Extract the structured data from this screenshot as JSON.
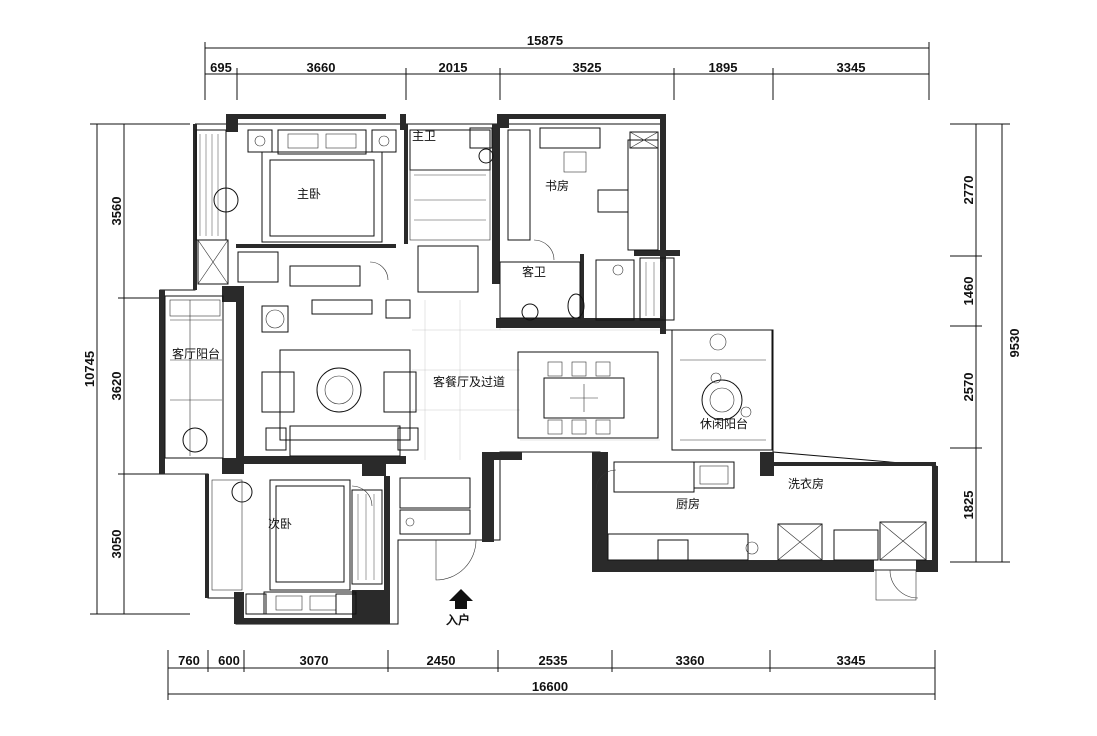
{
  "dimensions": {
    "top_total": "15875",
    "top_segments": [
      "695",
      "3660",
      "2015",
      "3525",
      "1895",
      "3345"
    ],
    "bottom_segments": [
      "760",
      "600",
      "3070",
      "2450",
      "2535",
      "3360",
      "3345"
    ],
    "bottom_total": "16600",
    "left_total": "10745",
    "left_segments": [
      "3560",
      "3620",
      "3050"
    ],
    "right_segments": [
      "2770",
      "1460",
      "2570",
      "1825"
    ],
    "right_total": "9530"
  },
  "rooms": {
    "master_bedroom": "主卧",
    "master_bath": "主卫",
    "study": "书房",
    "guest_bath": "客卫",
    "living_balcony": "客厅阳台",
    "living_dining": "客餐厅及过道",
    "leisure_balcony": "休闲阳台",
    "laundry": "洗衣房",
    "second_bedroom": "次卧",
    "kitchen": "厨房",
    "entrance": "入户"
  }
}
